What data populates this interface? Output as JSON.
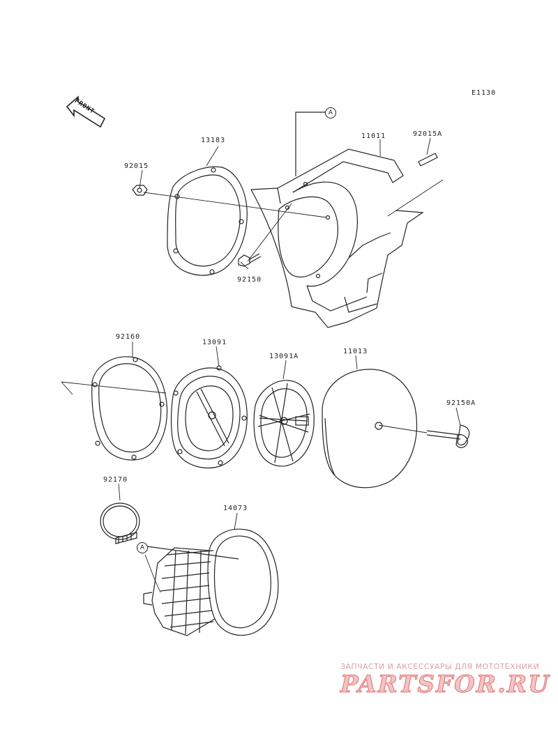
{
  "diagram": {
    "code": "E1130",
    "front_label": "FRONT",
    "callout": "A",
    "parts": {
      "p13183": "13183",
      "p92015": "92015",
      "p11011": "11011",
      "p92015a": "92015A",
      "p92150": "92150",
      "p92160": "92160",
      "p13091": "13091",
      "p13091a": "13091A",
      "p11013": "11013",
      "p92150a": "92150A",
      "p92170": "92170",
      "p14073": "14073"
    }
  },
  "watermark": {
    "tagline": "ЗАПЧАСТИ И АКСЕССУАРЫ ДЛЯ МОТОТЕХНИКИ",
    "logo": "PARTSFOR.RU"
  }
}
